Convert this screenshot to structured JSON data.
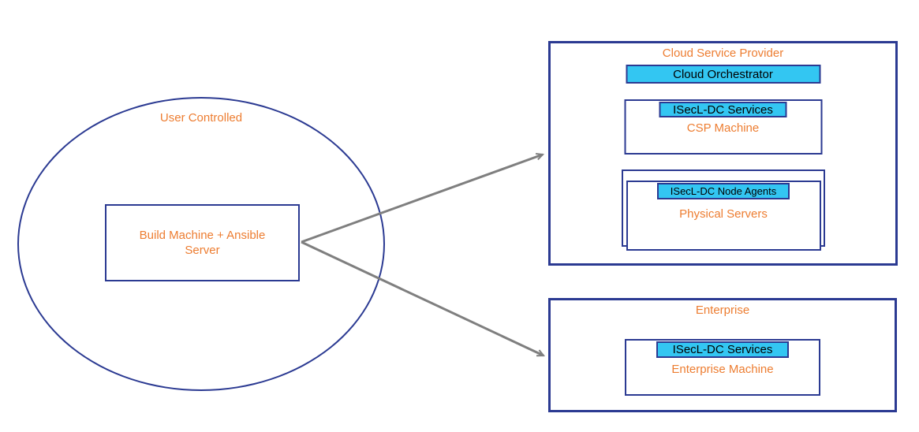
{
  "colors": {
    "navy": "#2b3a92",
    "cyan": "#33c6f2",
    "orange": "#ed7d31",
    "gray": "#7f7f7f",
    "black": "#000000",
    "bg": "#ffffff"
  },
  "user_controlled": {
    "label": "User Controlled",
    "build_machine_label": "Build Machine + Ansible Server"
  },
  "csp": {
    "title": "Cloud Service Provider",
    "orchestrator_label": "Cloud Orchestrator",
    "csp_machine": {
      "service_label": "ISecL-DC Services",
      "machine_label": "CSP Machine"
    },
    "physical_servers": {
      "service_label": "ISecL-DC Node Agents",
      "machine_label": "Physical Servers"
    }
  },
  "enterprise": {
    "title": "Enterprise",
    "machine": {
      "service_label": "ISecL-DC Services",
      "machine_label": "Enterprise Machine"
    }
  }
}
